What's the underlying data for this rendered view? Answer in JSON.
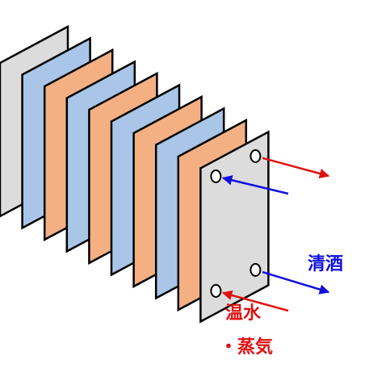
{
  "plates": [
    {
      "role": "end-frame",
      "fill": "#DCDCDC"
    },
    {
      "role": "plate",
      "fill": "#A9C6E8"
    },
    {
      "role": "plate",
      "fill": "#F4B083"
    },
    {
      "role": "plate",
      "fill": "#A9C6E8"
    },
    {
      "role": "plate",
      "fill": "#F4B083"
    },
    {
      "role": "plate",
      "fill": "#A9C6E8"
    },
    {
      "role": "plate",
      "fill": "#F4B083"
    },
    {
      "role": "plate",
      "fill": "#A9C6E8"
    },
    {
      "role": "plate",
      "fill": "#F4B083"
    },
    {
      "role": "end-frame",
      "fill": "#DCDCDC"
    }
  ],
  "ports": [
    "top-left",
    "top-right",
    "bottom-left",
    "bottom-right"
  ],
  "flows": [
    {
      "name": "sake-in",
      "port": "top-left",
      "direction": "in",
      "color": "#1010E0"
    },
    {
      "name": "hot-water-out",
      "port": "top-right",
      "direction": "out",
      "color": "#E01010"
    },
    {
      "name": "sake-out",
      "port": "bottom-right",
      "direction": "out",
      "color": "#1010E0"
    },
    {
      "name": "hot-water-in",
      "port": "bottom-left",
      "direction": "in",
      "color": "#E01010"
    }
  ],
  "labels": {
    "sake": "清酒",
    "hot_water_line1": "温水",
    "hot_water_line2": "・蒸気"
  },
  "colors": {
    "sake": "#1010E0",
    "hot_water": "#E01010",
    "outline": "#000000"
  }
}
